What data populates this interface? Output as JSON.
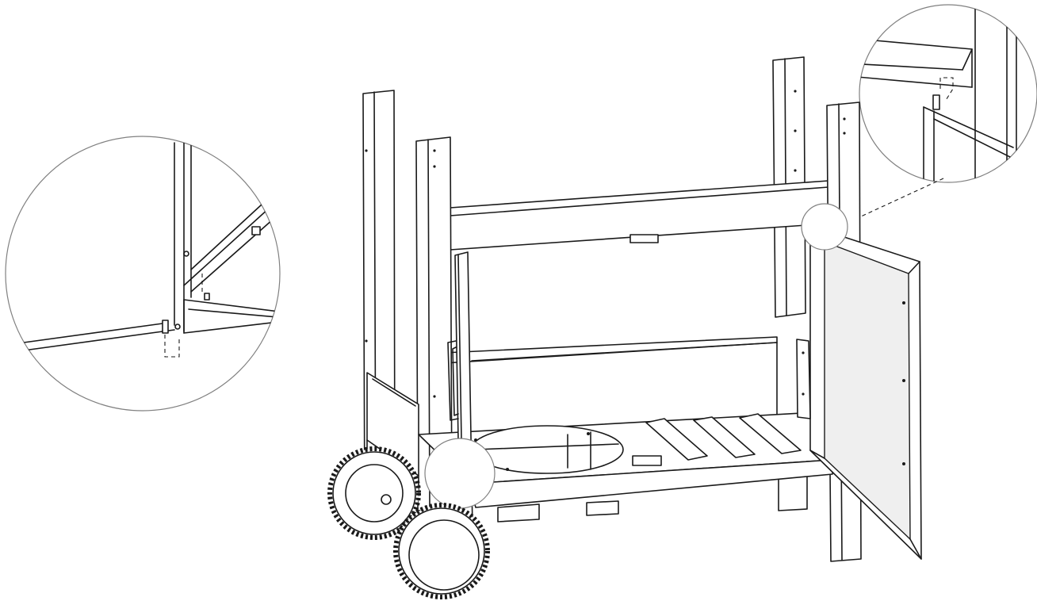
{
  "figure": {
    "line_color": "#1a1a1a",
    "background": "#ffffff",
    "detail_circle_color": "#808080",
    "callouts": [
      {
        "name": "bottom-hinge-detail",
        "icon": "magnifier-circle"
      },
      {
        "name": "top-hinge-detail",
        "icon": "magnifier-circle"
      }
    ]
  }
}
